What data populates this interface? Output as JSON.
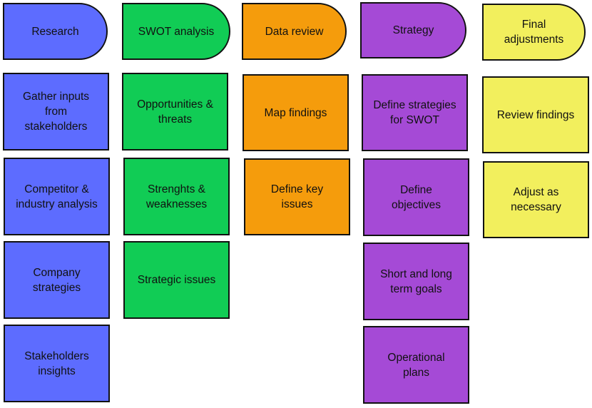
{
  "colors": {
    "research": "#5d6cff",
    "swot": "#11cc55",
    "data_review": "#f59c0c",
    "strategy": "#a54ad6",
    "final": "#f2ef5d",
    "border": "#111111"
  },
  "columns": [
    {
      "header": "Research",
      "items": [
        "Gather inputs\nfrom\nstakeholders",
        "Competitor &\nindustry analysis",
        "Company\nstrategies",
        "Stakeholders\ninsights"
      ]
    },
    {
      "header": "SWOT analysis",
      "items": [
        "Opportunities &\nthreats",
        "Strenghts &\nweaknesses",
        "Strategic issues"
      ]
    },
    {
      "header": "Data review",
      "items": [
        "Map findings",
        "Define key\nissues"
      ]
    },
    {
      "header": "Strategy",
      "items": [
        "Define strategies\nfor SWOT",
        "Define\nobjectives",
        "Short and long\nterm goals",
        "Operational\nplans"
      ]
    },
    {
      "header": "Final\nadjustments",
      "items": [
        "Review findings",
        "Adjust as\nnecessary"
      ]
    }
  ]
}
